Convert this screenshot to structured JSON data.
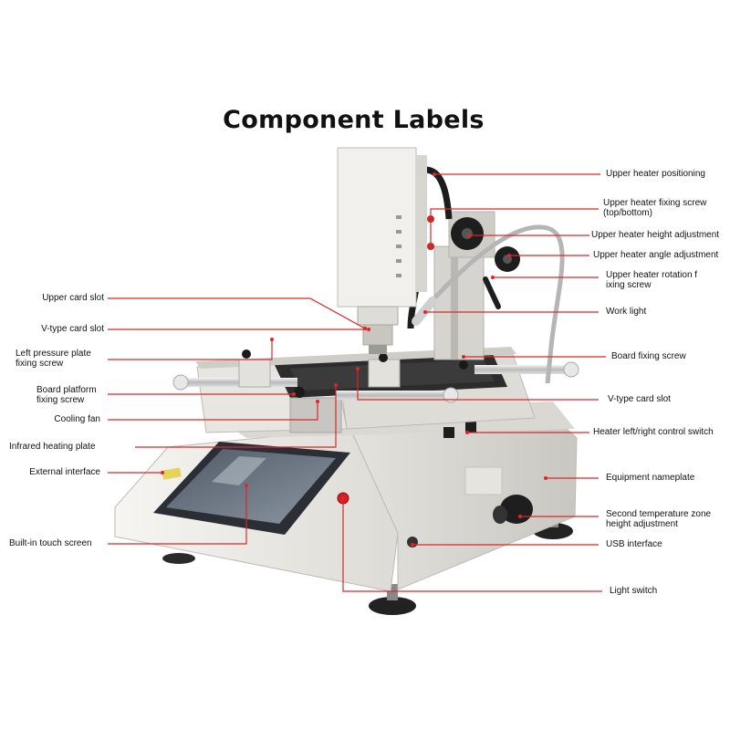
{
  "title": "Component Labels",
  "colors": {
    "leader": "#d9282b",
    "body": "#eceae5",
    "shadow": "#cfcdc8",
    "screen": "#5f6b78"
  },
  "labels_left": [
    {
      "id": "upper-card-slot",
      "text": "Upper card slot"
    },
    {
      "id": "v-type-card-slot-left",
      "text": "V-type card slot"
    },
    {
      "id": "left-pressure-plate-fixing-screw",
      "text": "Left pressure plate\nfixing screw"
    },
    {
      "id": "board-platform-fixing-screw",
      "text": "Board platform\nfixing screw"
    },
    {
      "id": "cooling-fan",
      "text": "Cooling fan"
    },
    {
      "id": "infrared-heating-plate",
      "text": "Infrared heating plate"
    },
    {
      "id": "external-interface",
      "text": "External interface"
    },
    {
      "id": "built-in-touch-screen",
      "text": "Built-in touch screen"
    }
  ],
  "labels_right": [
    {
      "id": "upper-heater-positioning",
      "text": "Upper heater positioning"
    },
    {
      "id": "upper-heater-fixing-screw",
      "text": "Upper heater fixing screw\n(top/bottom)"
    },
    {
      "id": "upper-heater-height-adjustment",
      "text": "Upper heater height adjustment"
    },
    {
      "id": "upper-heater-angle-adjustment",
      "text": "Upper heater angle adjustment"
    },
    {
      "id": "upper-heater-rotation-fixing-screw",
      "text": "Upper heater rotation f\nixing screw"
    },
    {
      "id": "work-light",
      "text": "Work light"
    },
    {
      "id": "board-fixing-screw",
      "text": "Board fixing screw"
    },
    {
      "id": "v-type-card-slot-right",
      "text": "V-type card slot"
    },
    {
      "id": "heater-left-right-control-switch",
      "text": "Heater left/right control switch"
    },
    {
      "id": "equipment-nameplate",
      "text": "Equipment nameplate"
    },
    {
      "id": "second-temperature-zone-height-adjustment",
      "text": "Second temperature zone\nheight adjustment"
    },
    {
      "id": "usb-interface",
      "text": "USB interface"
    },
    {
      "id": "light-switch",
      "text": "Light switch"
    }
  ]
}
